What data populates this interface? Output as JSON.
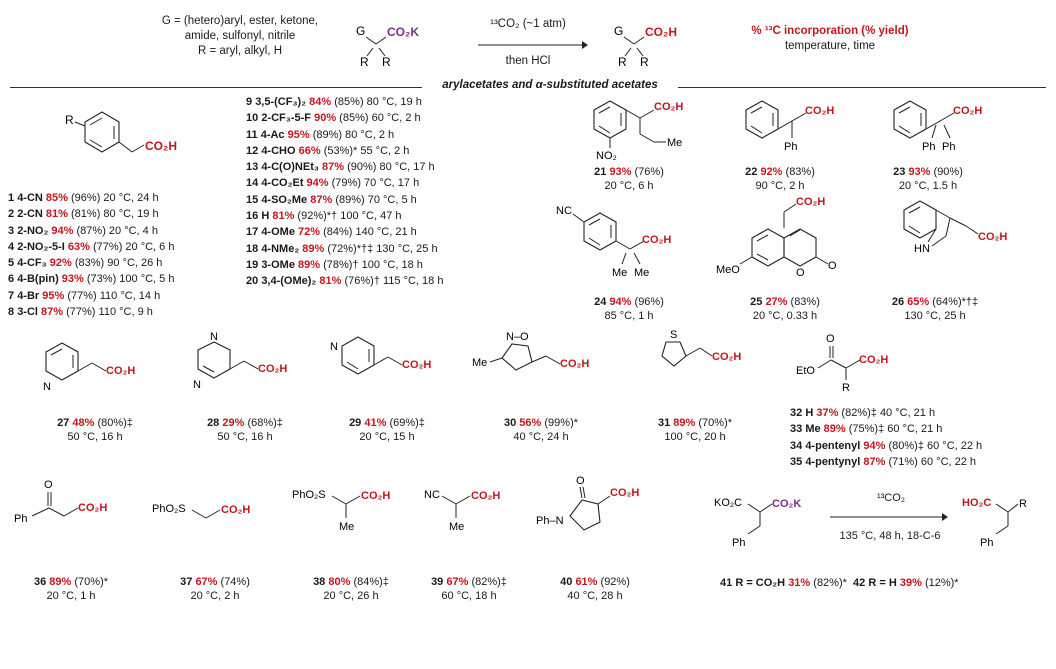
{
  "header": {
    "g_def": [
      "G = (hetero)aryl, ester, ketone,",
      "amide, sulfonyl, nitrile",
      "R = aryl, alkyl, H"
    ],
    "reagent": "¹³CO₂ (~1 atm)",
    "then": "then HCl",
    "legend_1": "% ¹³C incorporation (% yield)",
    "legend_2": "temperature, time",
    "section_title": "arylacetates and α-substituted acetates",
    "sm_label": "G, R R, CO₂K",
    "prod_label": "G, R R, CO₂H"
  },
  "colors": {
    "accent_red": "#c4161c",
    "accent_purple": "#7a2d8f"
  },
  "aryl_series": [
    {
      "n": "1",
      "sub": "4-CN",
      "pct": "85%",
      "rest": "(96%) 20 °C, 24 h"
    },
    {
      "n": "2",
      "sub": "2-CN",
      "pct": "81%",
      "rest": "(81%) 80 °C, 19 h"
    },
    {
      "n": "3",
      "sub": "2-NO₂",
      "pct": "94%",
      "rest": "(87%) 20 °C, 4 h"
    },
    {
      "n": "4",
      "sub": "2-NO₂-5-I",
      "pct": "63%",
      "rest": "(77%) 20 °C, 6 h"
    },
    {
      "n": "5",
      "sub": "4-CF₃",
      "pct": "92%",
      "rest": "(83%) 90 °C, 26 h"
    },
    {
      "n": "6",
      "sub": "4-B(pin)",
      "pct": "93%",
      "rest": "(73%) 100 °C, 5 h"
    },
    {
      "n": "7",
      "sub": "4-Br",
      "pct": "95%",
      "rest": "(77%) 110 °C, 14 h"
    },
    {
      "n": "8",
      "sub": "3-Cl",
      "pct": "87%",
      "rest": "(77%) 110 °C, 9 h"
    },
    {
      "n": "9",
      "sub": "3,5-(CF₃)₂",
      "pct": "84%",
      "rest": "(85%) 80 °C, 19 h"
    },
    {
      "n": "10",
      "sub": "2-CF₃-5-F",
      "pct": "90%",
      "rest": "(85%) 60 °C, 2 h"
    },
    {
      "n": "11",
      "sub": "4-Ac",
      "pct": "95%",
      "rest": "(89%) 80 °C, 2 h"
    },
    {
      "n": "12",
      "sub": "4-CHO",
      "pct": "66%",
      "rest": "(53%)* 55 °C, 2 h"
    },
    {
      "n": "13",
      "sub": "4-C(O)NEt₃",
      "pct": "87%",
      "rest": "(90%) 80 °C, 17 h"
    },
    {
      "n": "14",
      "sub": "4-CO₂Et",
      "pct": "94%",
      "rest": "(79%) 70 °C, 17 h"
    },
    {
      "n": "15",
      "sub": "4-SO₂Me",
      "pct": "87%",
      "rest": "(89%) 70 °C, 5 h"
    },
    {
      "n": "16",
      "sub": "H",
      "pct": "81%",
      "rest": "(92%)*† 100 °C, 47 h"
    },
    {
      "n": "17",
      "sub": "4-OMe",
      "pct": "72%",
      "rest": "(84%) 140 °C, 21 h"
    },
    {
      "n": "18",
      "sub": "4-NMe₂",
      "pct": "89%",
      "rest": "(72%)*†‡ 130 °C, 25 h"
    },
    {
      "n": "19",
      "sub": "3-OMe",
      "pct": "89%",
      "rest": "(78%)† 100 °C, 18 h"
    },
    {
      "n": "20",
      "sub": "3,4-(OMe)₂",
      "pct": "81%",
      "rest": "(76%)† 115 °C, 18 h"
    }
  ],
  "compounds": {
    "c21": {
      "n": "21",
      "pct": "93%",
      "y": "(76%)",
      "cond": "20 °C, 6 h"
    },
    "c22": {
      "n": "22",
      "pct": "92%",
      "y": "(83%)",
      "cond": "90 °C, 2 h"
    },
    "c23": {
      "n": "23",
      "pct": "93%",
      "y": "(90%)",
      "cond": "20 °C, 1.5 h"
    },
    "c24": {
      "n": "24",
      "pct": "94%",
      "y": "(96%)",
      "cond": "85 °C, 1 h"
    },
    "c25": {
      "n": "25",
      "pct": "27%",
      "y": "(83%)",
      "cond": "20 °C, 0.33 h"
    },
    "c26": {
      "n": "26",
      "pct": "65%",
      "y": "(64%)*†‡",
      "cond": "130 °C, 25 h"
    },
    "c27": {
      "n": "27",
      "pct": "48%",
      "y": "(80%)‡",
      "cond": "50 °C, 16 h"
    },
    "c28": {
      "n": "28",
      "pct": "29%",
      "y": "(68%)‡",
      "cond": "50 °C, 16 h"
    },
    "c29": {
      "n": "29",
      "pct": "41%",
      "y": "(69%)‡",
      "cond": "20 °C, 15 h"
    },
    "c30": {
      "n": "30",
      "pct": "56%",
      "y": "(99%)*",
      "cond": "40 °C, 24 h"
    },
    "c31": {
      "n": "31",
      "pct": "89%",
      "y": "(70%)*",
      "cond": "100 °C, 20 h"
    },
    "c36": {
      "n": "36",
      "pct": "89%",
      "y": "(70%)*",
      "cond": "20 °C, 1 h"
    },
    "c37": {
      "n": "37",
      "pct": "67%",
      "y": "(74%)",
      "cond": "20 °C, 2 h"
    },
    "c38": {
      "n": "38",
      "pct": "80%",
      "y": "(84%)‡",
      "cond": "20 °C, 26 h"
    },
    "c39": {
      "n": "39",
      "pct": "67%",
      "y": "(82%)‡",
      "cond": "60 °C, 18 h"
    },
    "c40": {
      "n": "40",
      "pct": "61%",
      "y": "(92%)",
      "cond": "40 °C, 28 h"
    }
  },
  "ester_series": [
    {
      "n": "32",
      "sub": "H",
      "pct": "37%",
      "rest": "(82%)‡ 40 °C, 21 h"
    },
    {
      "n": "33",
      "sub": "Me",
      "pct": "89%",
      "rest": "(75%)‡ 60 °C, 21 h"
    },
    {
      "n": "34",
      "sub": "4-pentenyl",
      "pct": "94%",
      "rest": "(80%)‡ 60 °C, 22 h"
    },
    {
      "n": "35",
      "sub": "4-pentynyl",
      "pct": "87%",
      "rest": "(71%) 60 °C, 22 h"
    }
  ],
  "malonate": {
    "reagent": "¹³CO₂",
    "cond": "135 °C, 48 h, 18-C-6",
    "e41_n": "41",
    "e41_sub": "R = CO₂H",
    "e41_pct": "31%",
    "e41_y": "(82%)*",
    "e42_n": "42",
    "e42_sub": "R = H",
    "e42_pct": "39%",
    "e42_y": "(12%)*"
  },
  "struct_labels": {
    "r": "R",
    "co2h": "CO₂H",
    "co2k": "CO₂K",
    "no2": "NO₂",
    "me": "Me",
    "ph": "Ph",
    "nc": "NC",
    "meo": "MeO",
    "o": "O",
    "hn": "HN",
    "n": "N",
    "s": "S",
    "noxo": "N–O",
    "eto": "EtO",
    "phso2": "PhO₂S",
    "pharrow": "Ph–N",
    "ko2c": "KO₂C",
    "ho2c": "HO₂C",
    "g": "G"
  }
}
